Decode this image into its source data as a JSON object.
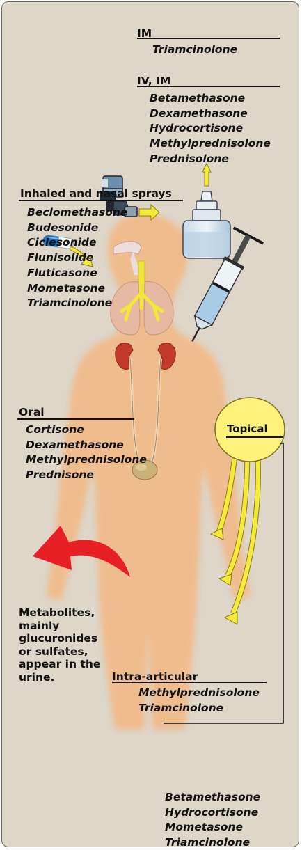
{
  "routes": {
    "im": {
      "heading": "IM",
      "drugs": [
        "Triamcinolone"
      ]
    },
    "iv_im": {
      "heading": "IV, IM",
      "drugs": [
        "Betamethasone",
        "Dexamethasone",
        "Hydrocortisone",
        "Methylprednisolone",
        "Prednisolone"
      ]
    },
    "inhaled": {
      "heading": "Inhaled and nasal sprays",
      "drugs": [
        "Beclomethasone",
        "Budesonide",
        "Ciclesonide",
        "Flunisolide",
        "Fluticasone",
        "Mometasone",
        "Triamcinolone"
      ]
    },
    "oral": {
      "heading": "Oral",
      "drugs": [
        "Cortisone",
        "Dexamethasone",
        "Methylprednisolone",
        "Prednisone"
      ]
    },
    "topical": {
      "heading": "Topical",
      "drugs": [
        "Betamethasone",
        "Hydrocortisone",
        "Mometasone",
        "Triamcinolone"
      ]
    },
    "intra_articular": {
      "heading": "Intra-articular",
      "drugs": [
        "Methylprednisolone",
        "Triamcinolone"
      ]
    }
  },
  "metabolites_note": "Metabolites, mainly glucuronides or sulfates, appear in the urine.",
  "colors": {
    "background": "#ddd6c9",
    "body_fill": "#e2a392",
    "body_glow": "#f2c49c",
    "topical_badge": "#fff27a",
    "arrow_yellow": "#f5ea3a",
    "excretion_arrow": "#e81f25",
    "kidney": "#c23a2c",
    "lungs": "#e8b9a0",
    "capsule_blue": "#1f74c2"
  },
  "icons": [
    "capsule-icon",
    "inhaler-icon",
    "nasal-spray-icon",
    "syringe-icon",
    "kidney-icon",
    "bladder-icon",
    "lungs-icon"
  ]
}
